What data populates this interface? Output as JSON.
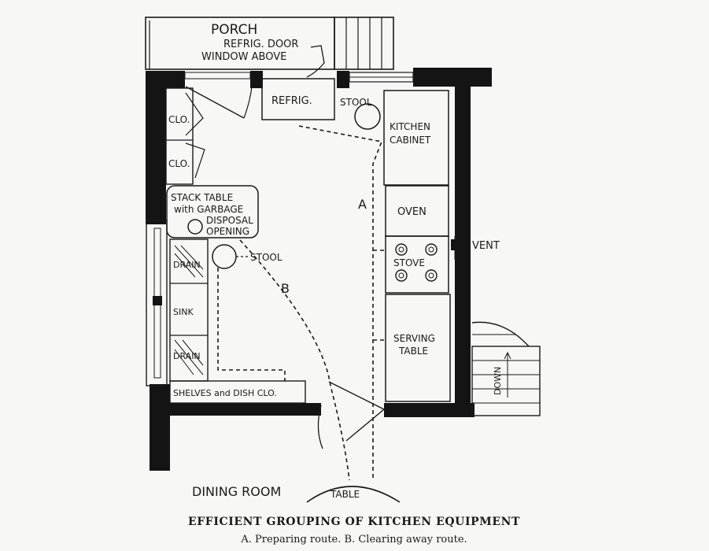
{
  "labels": {
    "porch": "PORCH",
    "refrig_door": "REFRIG. DOOR",
    "window_above": "WINDOW ABOVE",
    "refrig": "REFRIG.",
    "stool_top": "STOOL",
    "kitchen_cabinet_1": "KITCHEN",
    "kitchen_cabinet_2": "CABINET",
    "clo_1": "CLO.",
    "clo_2": "CLO.",
    "stack_table_1": "STACK TABLE",
    "stack_table_2": "with GARBAGE",
    "stack_table_3": "DISPOSAL",
    "stack_table_4": "OPENING",
    "stool_left": "STOOL",
    "drain_1": "DRAIN",
    "sink": "SINK",
    "drain_2": "DRAIN",
    "shelves": "SHELVES and DISH CLO.",
    "route_a": "A",
    "route_b": "B",
    "oven": "OVEN",
    "stove": "STOVE",
    "vent": "VENT",
    "serving_table_1": "SERVING",
    "serving_table_2": "TABLE",
    "down": "DOWN",
    "dining_room": "DINING ROOM",
    "table": "TABLE"
  },
  "caption": {
    "title": "EFFICIENT GROUPING OF KITCHEN EQUIPMENT",
    "subtitle": "A. Preparing route.  B. Clearing away route."
  }
}
